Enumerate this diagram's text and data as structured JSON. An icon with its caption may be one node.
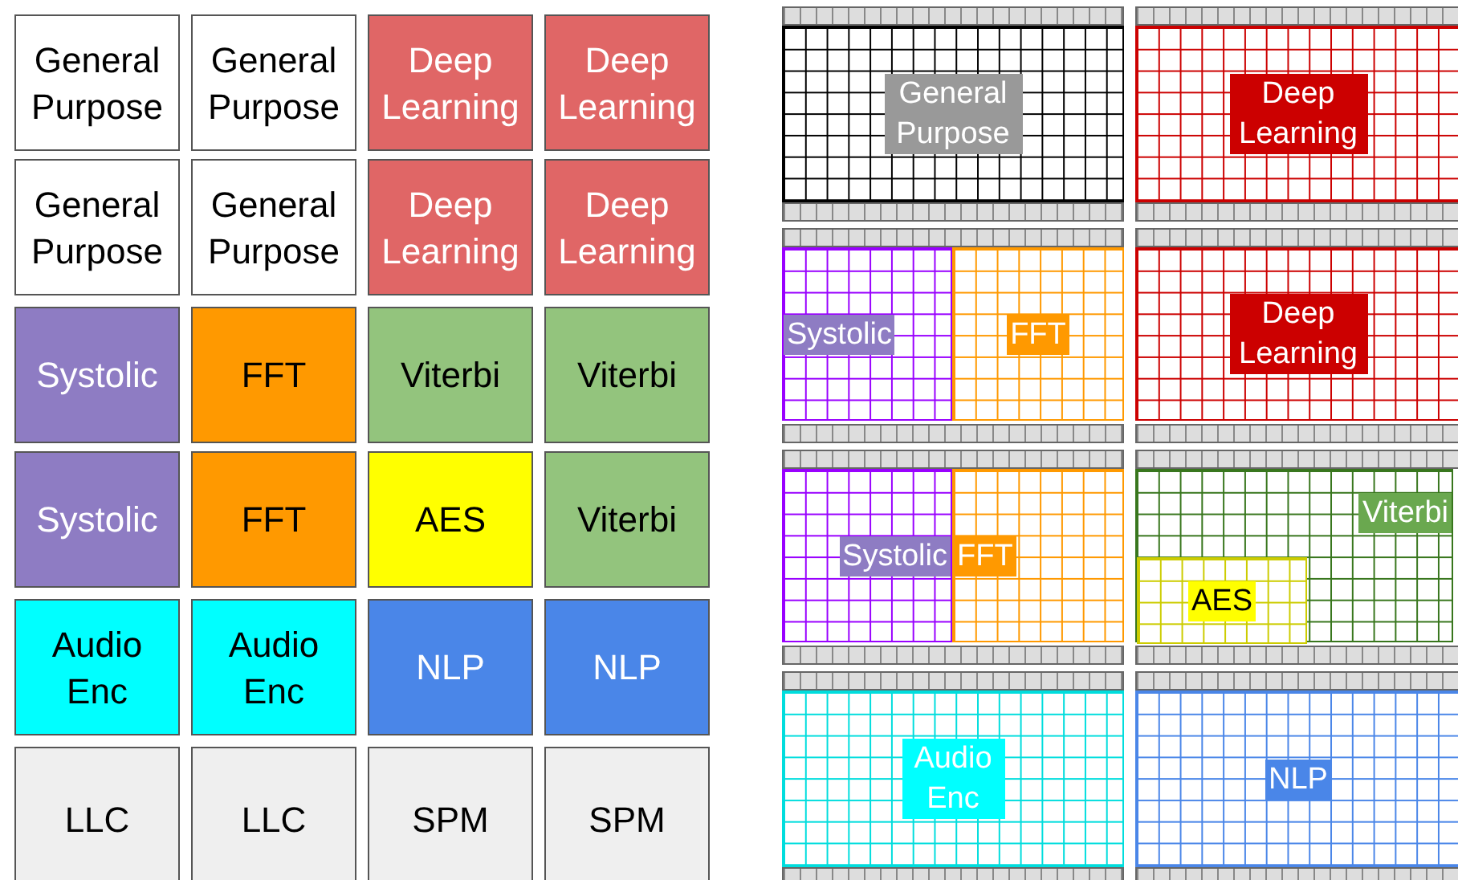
{
  "diagram": {
    "nodes": [
      {
        "text": [
          "General Purpose"
        ]
      },
      {
        "text": [
          "General Purpose"
        ]
      },
      {
        "text": [
          "Deep Learning"
        ]
      },
      {
        "text": [
          "Deep Learning"
        ]
      },
      {
        "text": [
          "General Purpose"
        ]
      },
      {
        "text": [
          "General Purpose"
        ]
      },
      {
        "text": [
          "Deep Learning"
        ]
      },
      {
        "text": [
          "Deep Learning"
        ]
      },
      {
        "text": [
          "Systolic"
        ]
      },
      {
        "text": [
          "FFT"
        ]
      },
      {
        "text": [
          "Viterbi"
        ]
      },
      {
        "text": [
          "Viterbi"
        ]
      },
      {
        "text": [
          "Systolic"
        ]
      },
      {
        "text": [
          "FFT"
        ]
      },
      {
        "text": [
          "AES"
        ]
      },
      {
        "text": [
          "Viterbi"
        ]
      },
      {
        "text": [
          "Audio Enc"
        ]
      },
      {
        "text": [
          "Audio Enc"
        ]
      },
      {
        "text": [
          "NLP"
        ]
      },
      {
        "text": [
          "NLP"
        ]
      },
      {
        "text": [
          "LLC"
        ]
      },
      {
        "text": [
          "LLC"
        ]
      },
      {
        "text": [
          "SPM"
        ]
      },
      {
        "text": [
          "SPM"
        ]
      },
      {
        "text": [
          "General Purpose"
        ]
      },
      {
        "text": [
          "Deep Learning"
        ]
      },
      {
        "text": [
          "Systolic"
        ]
      },
      {
        "text": [
          "FFT"
        ]
      },
      {
        "text": [
          "Deep Learning"
        ]
      },
      {
        "text": [
          "Systolic"
        ]
      },
      {
        "text": [
          "FFT"
        ]
      },
      {
        "text": [
          "Viterbi"
        ]
      },
      {
        "text": [
          "AES"
        ],
        "in": 31
      },
      {
        "text": [
          "Audio Enc"
        ]
      },
      {
        "text": [
          "NLP"
        ]
      }
    ]
  }
}
